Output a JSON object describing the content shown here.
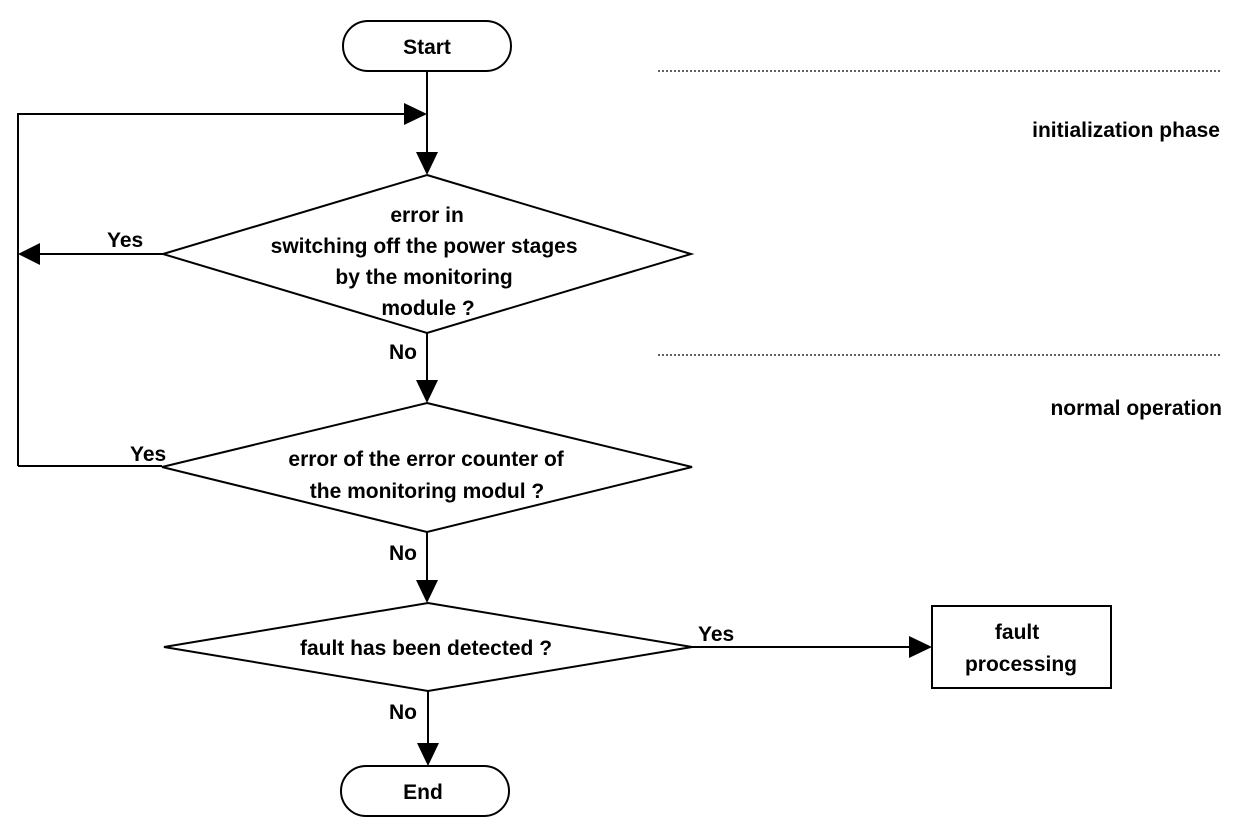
{
  "phases": {
    "initialization": "initialization phase",
    "normal": "normal operation"
  },
  "nodes": {
    "start": "Start",
    "end": "End",
    "decision1": [
      "error in",
      "switching off the power stages",
      "by the monitoring",
      "module ?"
    ],
    "decision2": [
      "error of the error counter of",
      "the monitoring modul ?"
    ],
    "decision3": "fault has been detected ?",
    "fault_processing": [
      "fault",
      "processing"
    ]
  },
  "edges": {
    "d1_yes": "Yes",
    "d1_no": "No",
    "d2_yes": "Yes",
    "d2_no": "No",
    "d3_yes": "Yes",
    "d3_no": "No"
  }
}
